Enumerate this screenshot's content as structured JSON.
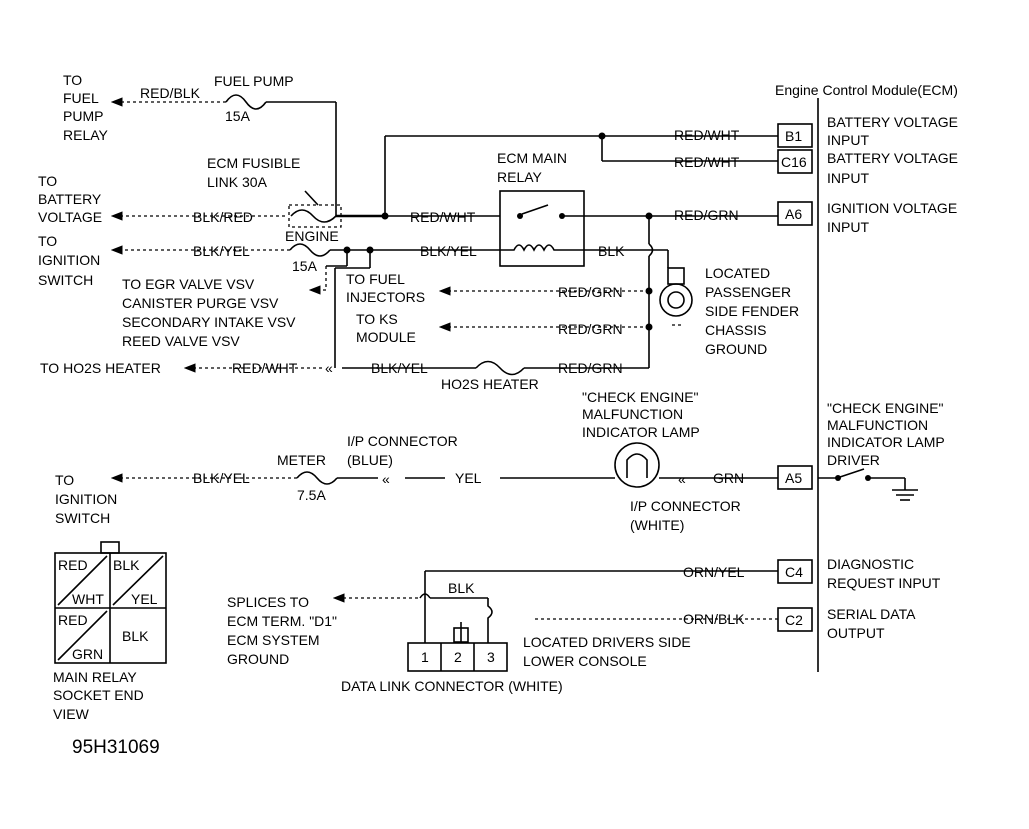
{
  "ecm": {
    "title": "Engine Control Module(ECM)",
    "pins": [
      {
        "id": "B1",
        "wire": "RED/WHT",
        "desc1": "BATTERY VOLTAGE",
        "desc2": "INPUT"
      },
      {
        "id": "C16",
        "wire": "RED/WHT",
        "desc1": "BATTERY VOLTAGE",
        "desc2": "INPUT"
      },
      {
        "id": "A6",
        "wire": "RED/GRN",
        "desc1": "IGNITION VOLTAGE",
        "desc2": "INPUT"
      },
      {
        "id": "A5",
        "wire": "GRN",
        "desc1": "\"CHECK ENGINE\"",
        "desc2": "MALFUNCTION",
        "desc3": "INDICATOR LAMP",
        "desc4": "DRIVER"
      },
      {
        "id": "C4",
        "wire": "ORN/YEL",
        "desc1": "DIAGNOSTIC",
        "desc2": "REQUEST INPUT"
      },
      {
        "id": "C2",
        "wire": "ORN/BLK",
        "desc1": "SERIAL DATA",
        "desc2": "OUTPUT"
      }
    ]
  },
  "fuel_pump": {
    "to_lines": [
      "TO",
      "FUEL",
      "PUMP",
      "RELAY"
    ],
    "wire": "RED/BLK",
    "fuse_name": "FUEL PUMP",
    "fuse_rating": "15A"
  },
  "battery": {
    "to_lines": [
      "TO",
      "BATTERY",
      "VOLTAGE"
    ],
    "wire": "BLK/RED",
    "fusible_lines": [
      "ECM FUSIBLE",
      "LINK 30A"
    ],
    "out_wire": "RED/WHT"
  },
  "ignition_top": {
    "to_lines": [
      "TO",
      "IGNITION",
      "SWITCH"
    ],
    "wire": "BLK/YEL",
    "fuse_name": "ENGINE",
    "fuse_rating": "15A",
    "out_wire": "BLK/YEL"
  },
  "relay": {
    "title_lines": [
      "ECM MAIN",
      "RELAY"
    ],
    "coil_wire": "BLK",
    "out_wire": "RED/GRN"
  },
  "ground": {
    "lines": [
      "LOCATED",
      "PASSENGER",
      "SIDE FENDER",
      "CHASSIS",
      "GROUND"
    ]
  },
  "branches": {
    "vsv_lines": [
      "TO EGR VALVE VSV",
      "CANISTER PURGE VSV",
      "SECONDARY INTAKE VSV",
      "REED VALVE VSV"
    ],
    "injectors_lines": [
      "TO FUEL",
      "INJECTORS"
    ],
    "injectors_wire": "RED/GRN",
    "ks_lines": [
      "TO KS",
      "MODULE"
    ],
    "ks_wire": "RED/GRN",
    "ho2s_to": "TO HO2S HEATER",
    "ho2s_wire1": "RED/WHT",
    "ho2s_wire2": "BLK/YEL",
    "ho2s_wire3": "RED/GRN",
    "ho2s_fuse": "HO2S HEATER"
  },
  "mil": {
    "lamp_lines": [
      "\"CHECK ENGINE\"",
      "MALFUNCTION",
      "INDICATOR LAMP"
    ],
    "connector_white_lines": [
      "I/P CONNECTOR",
      "(WHITE)"
    ],
    "connector_blue_lines": [
      "I/P CONNECTOR",
      "(BLUE)"
    ],
    "fuse_name": "METER",
    "fuse_rating": "7.5A",
    "wire_yel": "YEL",
    "wire_blkyel": "BLK/YEL",
    "to_lines": [
      "TO",
      "IGNITION",
      "SWITCH"
    ]
  },
  "dlc": {
    "wire": "BLK",
    "splice_lines": [
      "SPLICES TO",
      "ECM TERM. \"D1\"",
      "ECM SYSTEM",
      "GROUND"
    ],
    "located_lines": [
      "LOCATED DRIVERS SIDE",
      "LOWER CONSOLE"
    ],
    "caption": "DATA LINK CONNECTOR (WHITE)",
    "terminals": [
      "1",
      "2",
      "3"
    ]
  },
  "socket": {
    "cells": [
      "RED",
      "BLK",
      "WHT",
      "YEL",
      "RED",
      "BLK",
      "GRN"
    ],
    "caption_lines": [
      "MAIN RELAY",
      "SOCKET END",
      "VIEW"
    ]
  },
  "figure_id": "95H31069"
}
